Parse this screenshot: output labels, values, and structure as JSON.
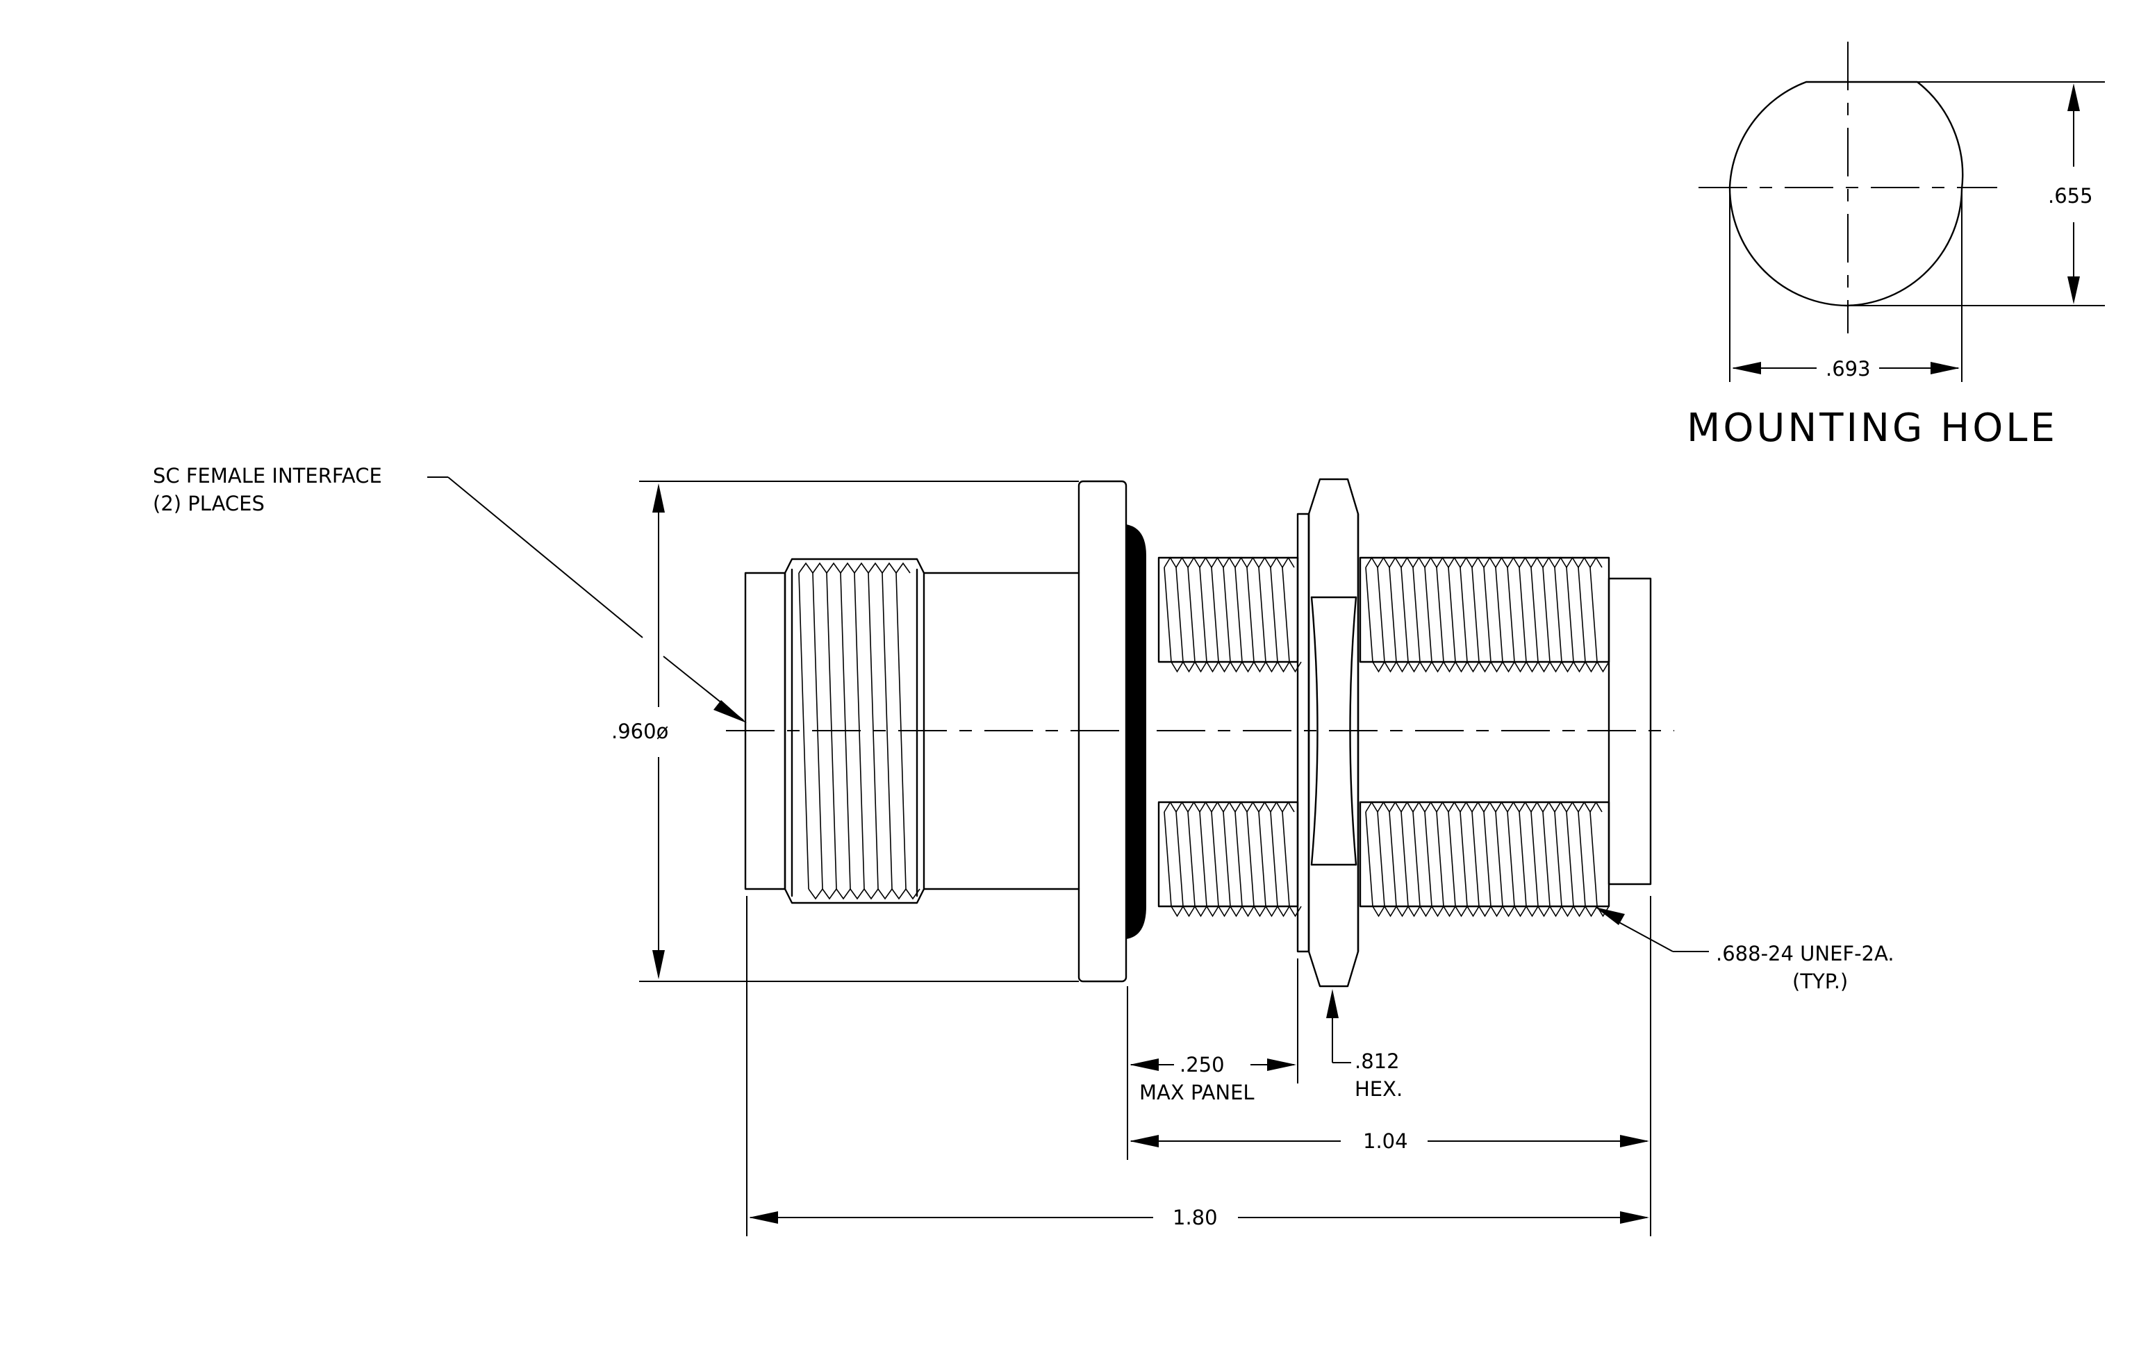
{
  "labels": {
    "interface_line1": "SC FEMALE INTERFACE",
    "interface_line2": "(2)  PLACES",
    "diameter": ".960ø",
    "panel_value": ".250",
    "panel_text": "MAX PANEL",
    "hex_value": ".812",
    "hex_text": "HEX.",
    "length_inner": "1.04",
    "length_total": "1.80",
    "thread_line1": ".688-24 UNEF-2A.",
    "thread_line2": "(TYP.)",
    "hole_height": ".655",
    "hole_width": ".693",
    "hole_title": "MOUNTING HOLE"
  }
}
